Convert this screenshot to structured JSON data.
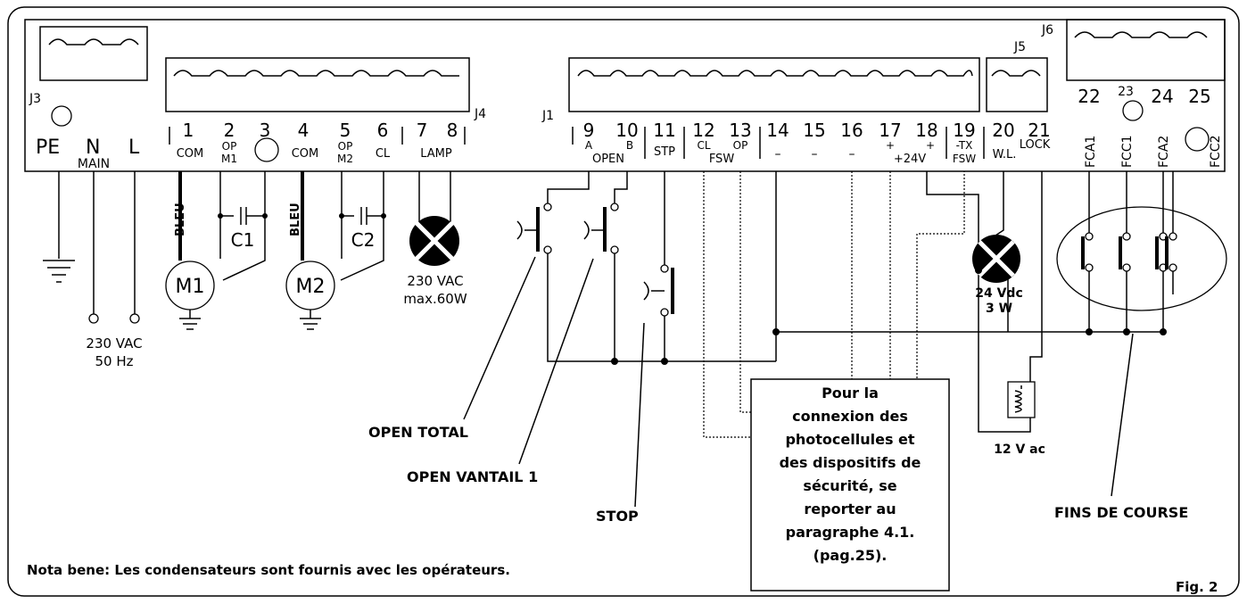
{
  "connectors": {
    "j3": "J3",
    "j4": "J4",
    "j1": "J1",
    "j5": "J5",
    "j6": "J6"
  },
  "main_supply": {
    "pe": "PE",
    "n": "N",
    "l": "L",
    "main": "MAIN",
    "voltage": "230 VAC",
    "freq": "50 Hz"
  },
  "terminals_j4": [
    {
      "num": "1",
      "label": "COM"
    },
    {
      "num": "2",
      "label": "OP",
      "label2": "M1"
    },
    {
      "num": "3",
      "label": ""
    },
    {
      "num": "4",
      "label": "COM"
    },
    {
      "num": "5",
      "label": "OP",
      "label2": "M2"
    },
    {
      "num": "6",
      "label": "CL"
    },
    {
      "num": "7",
      "label": ""
    },
    {
      "num": "8",
      "label": ""
    }
  ],
  "lamp_label": "LAMP",
  "terminals_j1": [
    {
      "num": "9",
      "label": "A"
    },
    {
      "num": "10",
      "label": "B"
    },
    {
      "num": "11",
      "label": "STP"
    },
    {
      "num": "12",
      "label": "CL"
    },
    {
      "num": "13",
      "label": "OP"
    },
    {
      "num": "14",
      "label": "–"
    },
    {
      "num": "15",
      "label": "–"
    },
    {
      "num": "16",
      "label": "–"
    },
    {
      "num": "17",
      "label": "+"
    },
    {
      "num": "18",
      "label": "+"
    },
    {
      "num": "19",
      "label": "-TX",
      "label2": "FSW"
    },
    {
      "num": "20",
      "label": "W.L."
    },
    {
      "num": "21",
      "label": "LOCK"
    }
  ],
  "group_labels": {
    "open": "OPEN",
    "fsw": "FSW",
    "v24": "+24V"
  },
  "terminals_j6": [
    {
      "num": "22",
      "label": "FCA1"
    },
    {
      "num": "23",
      "label": "FCC1"
    },
    {
      "num": "24",
      "label": "FCA2"
    },
    {
      "num": "25",
      "label": "FCC2"
    }
  ],
  "motors": {
    "m1": "M1",
    "m2": "M2",
    "c1": "C1",
    "c2": "C2",
    "bleu": "BLEU"
  },
  "lamp": {
    "line1": "230 VAC",
    "line2": "max.60W"
  },
  "warning_lamp": {
    "line1": "24 Vdc",
    "line2": "3 W"
  },
  "lock": {
    "label": "12 V ac"
  },
  "callouts": {
    "open_total": "OPEN TOTAL",
    "open_vantail": "OPEN VANTAIL 1",
    "stop": "STOP",
    "limit_switches": "FINS DE COURSE"
  },
  "note_box": [
    "Pour la",
    "connexion des",
    "photocellules et",
    "des dispositifs de",
    "sécurité, se",
    "reporter au",
    "paragraphe 4.1.",
    "(pag.25)."
  ],
  "footer_note": "Nota bene: Les condensateurs sont fournis avec les opérateurs.",
  "figure_label": "Fig. 2"
}
